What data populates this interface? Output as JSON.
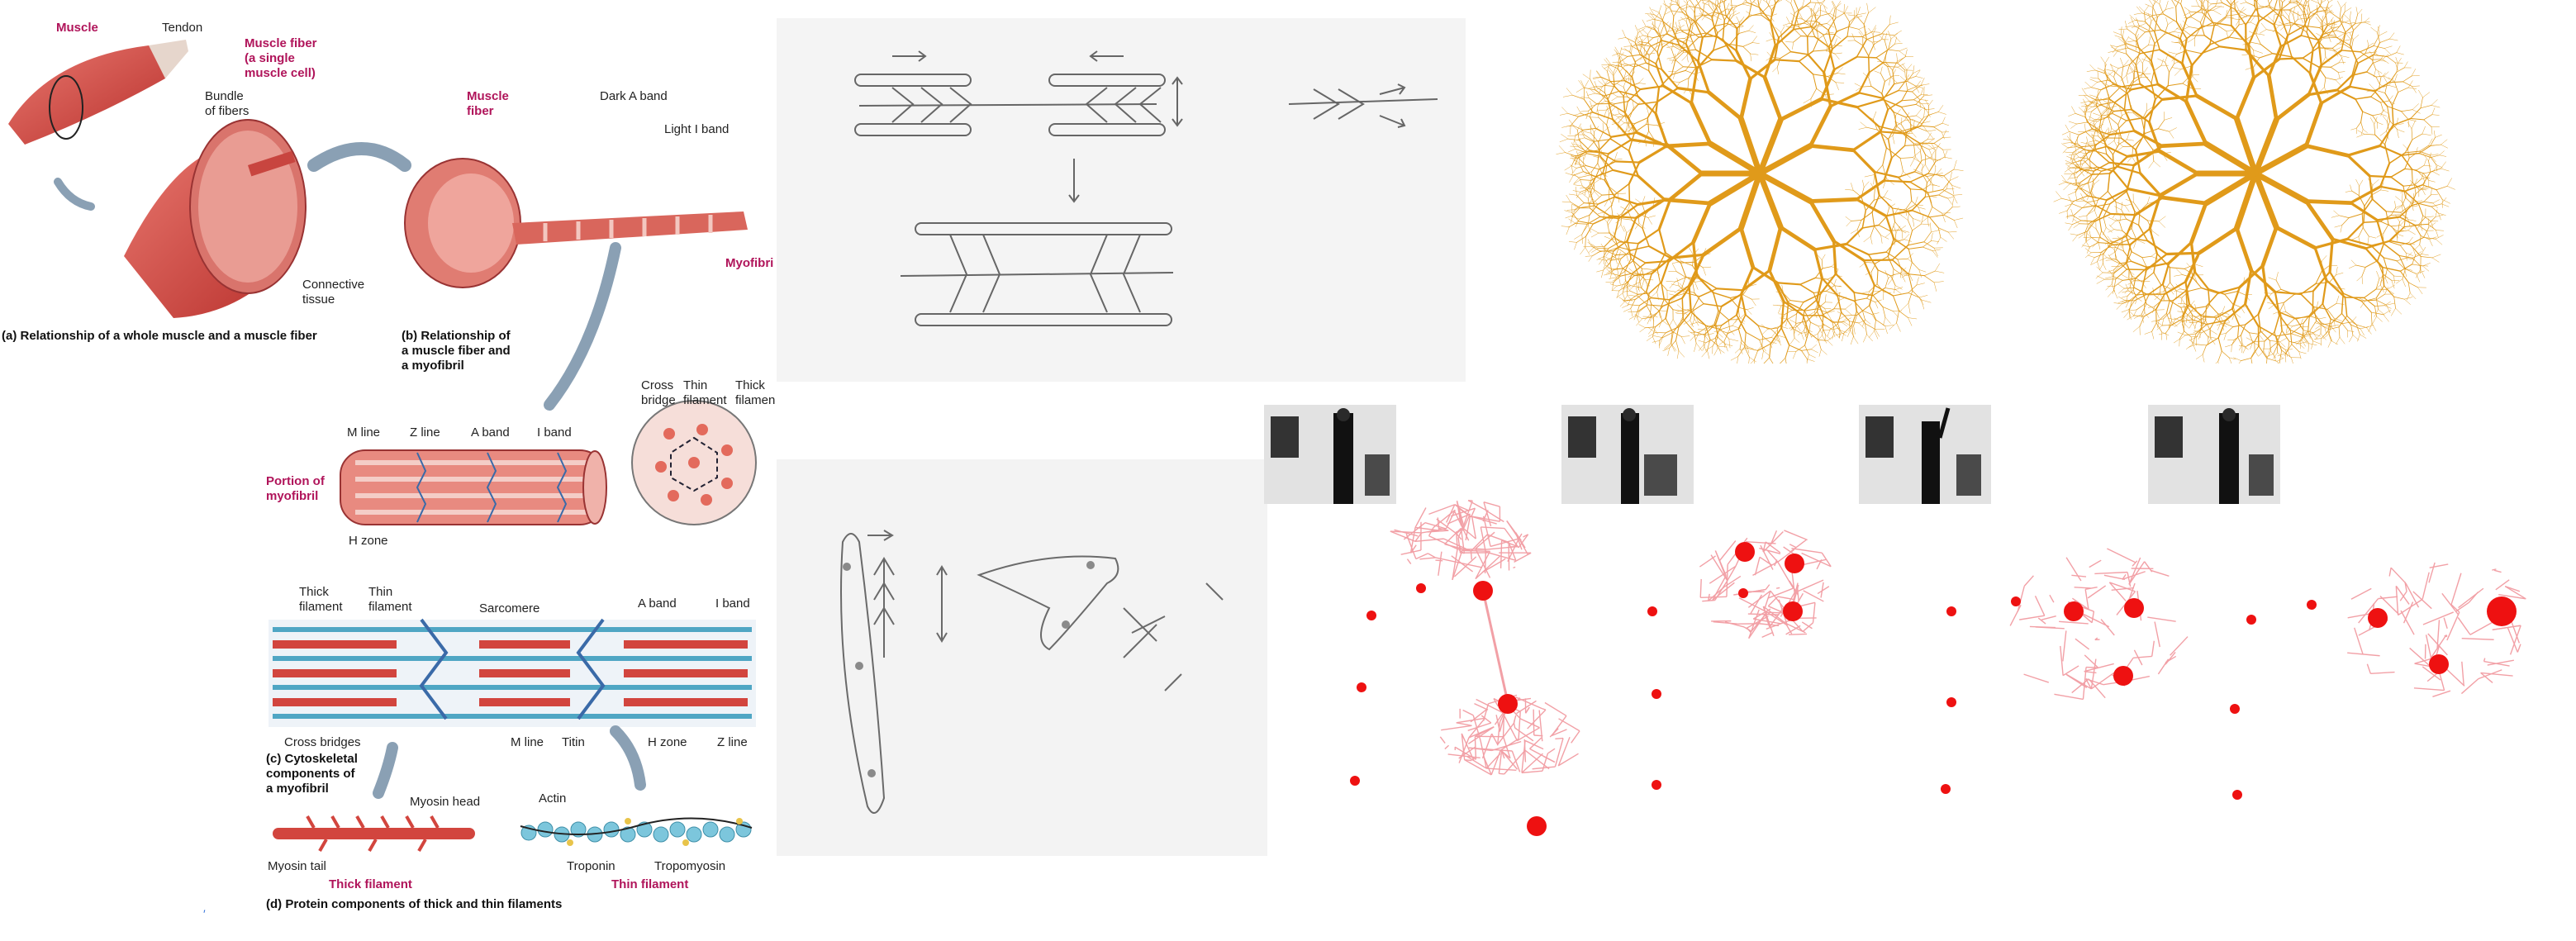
{
  "anatomy": {
    "labels": {
      "muscle": "Muscle",
      "tendon": "Tendon",
      "muscle_fiber_title": "Muscle fiber",
      "muscle_fiber_sub1": "(a single",
      "muscle_fiber_sub2": "muscle cell)",
      "bundle1": "Bundle",
      "bundle2": "of fibers",
      "connective1": "Connective",
      "connective2": "tissue",
      "muscle_fiber_b1": "Muscle",
      "muscle_fiber_b2": "fiber",
      "dark_a_band": "Dark A band",
      "light_i_band": "Light I band",
      "myofibril_b": "Myofibri",
      "caption_a": "(a)  Relationship of a whole muscle and a muscle fiber",
      "caption_b1": "(b)  Relationship of",
      "caption_b2": "a muscle fiber and",
      "caption_b3": "a myofibril",
      "cross_bridge1": "Cross",
      "cross_bridge2": "bridge",
      "thin_filament1": "Thin",
      "thin_filament2": "filament",
      "thick_filament1": "Thick",
      "thick_filament2": "filamen",
      "m_line_top": "M line",
      "z_line_top": "Z line",
      "a_band_top": "A band",
      "i_band_top": "I band",
      "portion1": "Portion of",
      "portion2": "myofibril",
      "h_zone_top": "H zone",
      "thick_fil_c1": "Thick",
      "thick_fil_c2": "filament",
      "thin_fil_c1": "Thin",
      "thin_fil_c2": "filament",
      "sarcomere": "Sarcomere",
      "a_band_c": "A band",
      "i_band_c": "I band",
      "cross_bridges_c": "Cross bridges",
      "m_line_c": "M line",
      "titin": "Titin",
      "h_zone_c": "H zone",
      "z_line_c": "Z line",
      "caption_c1": "(c)  Cytoskeletal",
      "caption_c2": "components of",
      "caption_c3": "a myofibril",
      "myosin_head": "Myosin head",
      "actin": "Actin",
      "myosin_tail": "Myosin tail",
      "troponin": "Troponin",
      "tropomyosin": "Tropomyosin",
      "thick_filament_d": "Thick filament",
      "thin_filament_d": "Thin filament",
      "caption_d": "(d)  Protein components of thick and thin filaments"
    },
    "colors": {
      "muscle_red": "#c8453f",
      "label_magenta": "#b0145a",
      "actin_blue": "#4fa6c4",
      "titin_blue": "#3a6aa8",
      "arrow_grey": "#8aa0b4"
    }
  },
  "trees": {
    "color": "#e09a1a",
    "count": 2
  },
  "video": {
    "frames": 4
  },
  "viz": {
    "node_color": "#ee1111",
    "mesh_color": "#f2a0a6"
  }
}
